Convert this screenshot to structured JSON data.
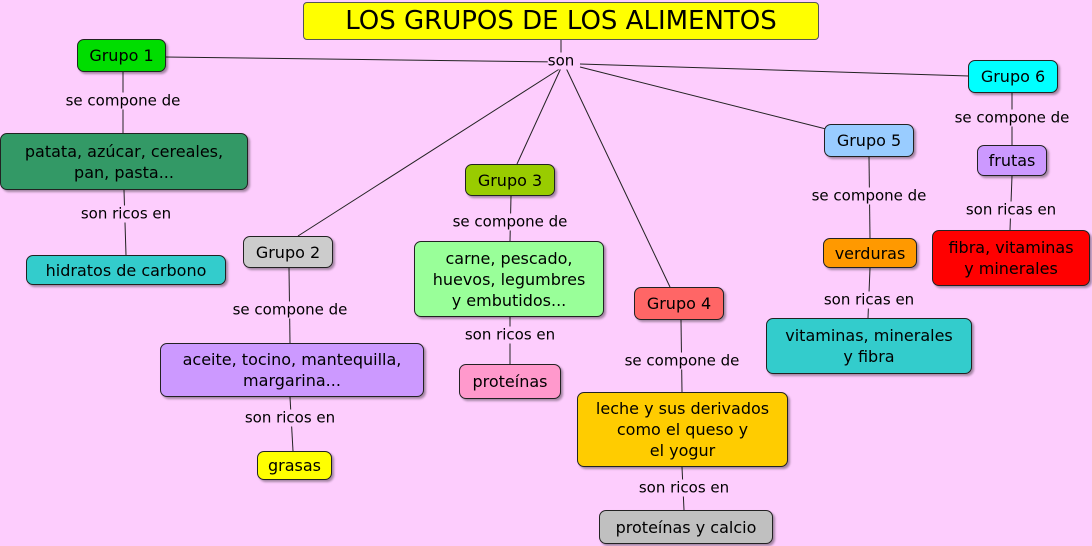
{
  "title": "LOS GRUPOS DE LOS ALIMENTOS",
  "hub_label": "son",
  "groups": [
    {
      "label": "Grupo 1",
      "color": "#00dd00",
      "link1": "se compone de",
      "content": "patata, azúcar, cereales,\npan, pasta...",
      "content_color": "#339966",
      "link2": "son ricos en",
      "result": "hidratos de carbono",
      "result_color": "#33cccc"
    },
    {
      "label": "Grupo 2",
      "color": "#cccccc",
      "link1": "se compone de",
      "content": "aceite, tocino, mantequilla,\nmargarina...",
      "content_color": "#cc99ff",
      "link2": "son ricos en",
      "result": "grasas",
      "result_color": "#ffff00"
    },
    {
      "label": "Grupo 3",
      "color": "#99cc00",
      "link1": "se compone de",
      "content": "carne, pescado,\nhuevos, legumbres\ny embutidos...",
      "content_color": "#99ff99",
      "link2": "son ricos en",
      "result": "proteínas",
      "result_color": "#ff99cc"
    },
    {
      "label": "Grupo 4",
      "color": "#ff6666",
      "link1": "se compone de",
      "content": "leche y sus derivados\ncomo el queso y\nel yogur",
      "content_color": "#ffcc00",
      "link2": "son ricos en",
      "result": "proteínas y calcio",
      "result_color": "#c0c0c0"
    },
    {
      "label": "Grupo 5",
      "color": "#99ccff",
      "link1": "se compone de",
      "content": "verduras",
      "content_color": "#ff9900",
      "link2": "son ricas en",
      "result": "vitaminas, minerales\ny fibra",
      "result_color": "#33cccc"
    },
    {
      "label": "Grupo 6",
      "color": "#00ffff",
      "link1": "se compone de",
      "content": "frutas",
      "content_color": "#cc99ff",
      "link2": "son ricas en",
      "result": "fibra, vitaminas\ny minerales",
      "result_color": "#ff0000"
    }
  ],
  "title_color": "#ffff00"
}
